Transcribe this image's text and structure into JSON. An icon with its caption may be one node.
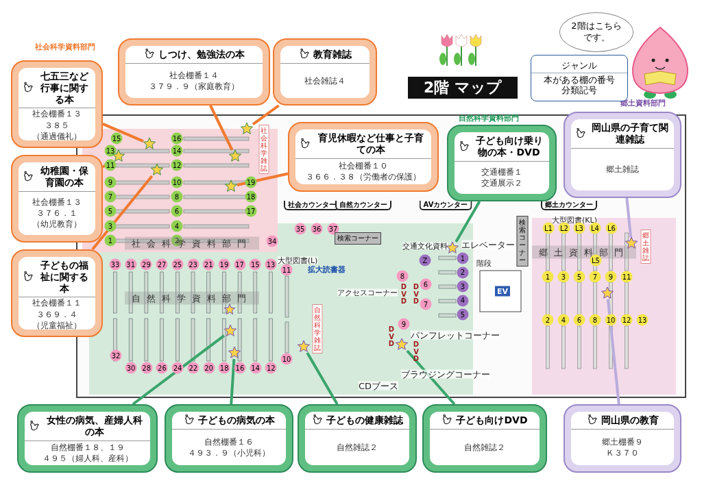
{
  "diagram": {
    "title": "2階 マップ",
    "nodes": [
      {
        "text": [
          "七五三など行事に関する本",
          "社会棚番１３",
          "３８５",
          "（通過儀礼）"
        ]
      },
      {
        "text": [
          "しつけ、勉強法の本",
          "社会棚番１４",
          "３７９．９（家庭教育）"
        ]
      },
      {
        "text": [
          "教育雑誌",
          "社会雑誌４"
        ]
      },
      {
        "text": [
          "幼稚園・保育園の本",
          "社会棚番１３",
          "３７６．１",
          "（幼児教育）"
        ]
      },
      {
        "text": [
          "育児休暇など仕事と子育ての本",
          "社会棚番１０",
          "３６６．３８（労働者の保護）"
        ]
      },
      {
        "text": [
          "子どもの福祉に関する本",
          "社会棚番１１",
          "３６９．４",
          "（児童福祉）"
        ]
      },
      {
        "text": [
          "子ども向け乗り物の本・DVD",
          "交通棚番１",
          "交通展示２"
        ]
      },
      {
        "text": [
          "岡山県の子育て関連雑誌",
          "郷土雑誌"
        ]
      },
      {
        "text": [
          "女性の病気、産婦人科の本",
          "自然棚番１８、１９",
          "４９５（婦人科、産科）"
        ]
      },
      {
        "text": [
          "子どもの病気の本",
          "自然棚番１６",
          "４９３．９（小児科）"
        ]
      },
      {
        "text": [
          "子どもの健康雑誌",
          "自然雑誌２"
        ]
      },
      {
        "text": [
          "子ども向けDVD",
          "自然雑誌２"
        ]
      },
      {
        "text": [
          "岡山県の教育",
          "郷土棚番９",
          "Ｋ３７０"
        ]
      },
      {
        "text": [
          "ジャンル",
          "本がある棚の番号",
          "分類記号"
        ]
      },
      {
        "text": [
          "2階はこちらです。"
        ]
      },
      {
        "text": [],
        "shape": "star"
      },
      {
        "text": [],
        "shape": "star"
      },
      {
        "text": [],
        "shape": "star"
      },
      {
        "text": [],
        "shape": "star"
      },
      {
        "text": [],
        "shape": "star"
      },
      {
        "text": [],
        "shape": "star"
      },
      {
        "text": [],
        "shape": "star"
      },
      {
        "text": [],
        "shape": "star"
      },
      {
        "text": [],
        "shape": "star"
      },
      {
        "text": [],
        "shape": "star"
      },
      {
        "text": [],
        "shape": "star"
      },
      {
        "text": [],
        "shape": "star"
      },
      {
        "text": [],
        "shape": "star"
      }
    ],
    "edges": [
      {
        "from": 0,
        "to": 15,
        "arrow": "none"
      },
      {
        "from": 1,
        "to": 16,
        "arrow": "none"
      },
      {
        "from": 2,
        "to": 17,
        "arrow": "none"
      },
      {
        "from": 3,
        "to": 18,
        "arrow": "none"
      },
      {
        "from": 4,
        "to": 19,
        "arrow": "none"
      },
      {
        "from": 5,
        "to": 20,
        "arrow": "none"
      },
      {
        "from": 6,
        "to": 21,
        "arrow": "none",
        "color": "#3aa56c"
      },
      {
        "from": 7,
        "to": 22,
        "arrow": "none",
        "color": "#b9acdc"
      },
      {
        "from": 8,
        "to": 23,
        "arrow": "none",
        "color": "#3aa56c"
      },
      {
        "from": 9,
        "to": 24,
        "arrow": "none",
        "color": "#3aa56c"
      },
      {
        "from": 10,
        "to": 25,
        "arrow": "none",
        "color": "#3aa56c"
      },
      {
        "from": 11,
        "to": 26,
        "arrow": "none",
        "color": "#3aa56c"
      },
      {
        "from": 12,
        "to": 27,
        "arrow": "none",
        "color": "#b9acdc"
      }
    ],
    "labels": [
      "社会科学資料部門",
      "自然科学資料部門",
      "郷土資料部門",
      "社会カウンター",
      "自然カウンター",
      "AVカウンター",
      "郷土カウンター",
      "15",
      "16",
      "13",
      "14",
      "11",
      "12",
      "9",
      "10",
      "19",
      "7",
      "8",
      "18",
      "5",
      "6",
      "17",
      "3",
      "4",
      "1",
      "2",
      "社会科学雑誌",
      "社会科学資料部門",
      "33",
      "31",
      "29",
      "27",
      "25",
      "23",
      "21",
      "19",
      "17",
      "15",
      "13",
      "11",
      "自然科学資料部門",
      "32",
      "30",
      "28",
      "26",
      "24",
      "22",
      "20",
      "18",
      "16",
      "14",
      "12",
      "10",
      "34",
      "35",
      "36",
      "37",
      "大型図書(L)",
      "拡大読書器",
      "検索コーナー",
      "自然科学雑誌",
      "アクセスコーナー",
      "8",
      "DVD",
      "DVD",
      "6",
      "7",
      "9",
      "DVD",
      "DVD",
      "CDブース",
      "ブラウジングコーナー",
      "交通文化資料",
      "Z",
      "1",
      "2",
      "3",
      "4",
      "5",
      "パンフレットコーナー",
      "エレベーター",
      "階段",
      "EV",
      "検索コーナー",
      "大型図書(KL)",
      "L1",
      "L2",
      "L3",
      "L4",
      "L6",
      "郷土資料部門",
      "L5",
      "1",
      "3",
      "5",
      "7",
      "9",
      "11",
      "2",
      "4",
      "6",
      "8",
      "10",
      "12",
      "13",
      "郷土雑誌"
    ]
  }
}
